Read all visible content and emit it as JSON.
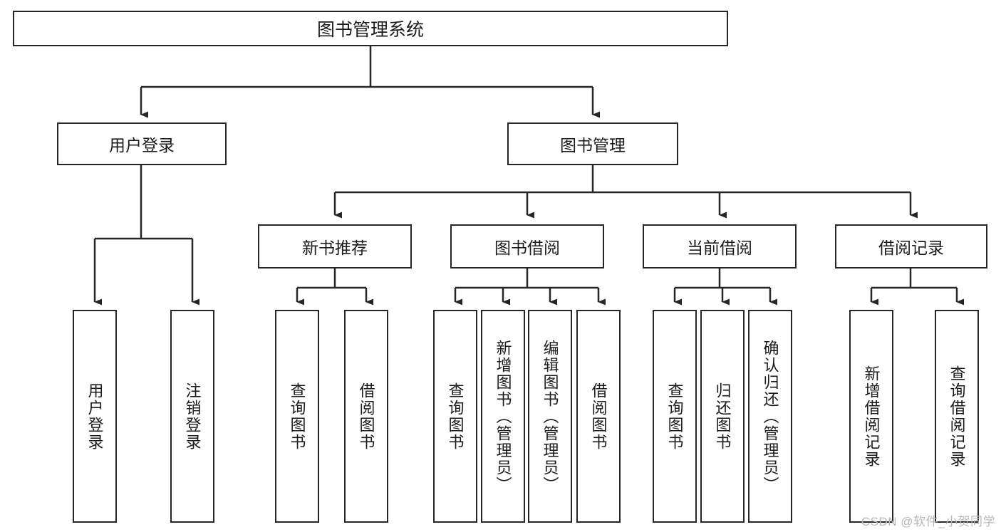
{
  "diagram": {
    "title": "图书管理系统",
    "type": "tree-hierarchy-chart",
    "watermark": "CSDN @软件_小贺同学",
    "colors": {
      "stroke": "#262626",
      "box_fill": "#ffffff",
      "text": "#1b1b1b",
      "watermark": "#b9b9b9",
      "background": "#ffffff"
    },
    "root": {
      "label": "图书管理系统"
    },
    "level2": [
      {
        "label": "用户登录"
      },
      {
        "label": "图书管理"
      }
    ],
    "level3": [
      {
        "label": "新书推荐"
      },
      {
        "label": "图书借阅"
      },
      {
        "label": "当前借阅"
      },
      {
        "label": "借阅记录"
      }
    ],
    "leaves": {
      "user_login": [
        {
          "label": "用户登录"
        },
        {
          "label": "注销登录"
        }
      ],
      "new_book_recommend": [
        {
          "label": "查询图书"
        },
        {
          "label": "借阅图书"
        }
      ],
      "book_borrow": [
        {
          "label": "查询图书"
        },
        {
          "label": "新增图书（管理员）"
        },
        {
          "label": "编辑图书（管理员）"
        },
        {
          "label": "借阅图书"
        }
      ],
      "current_borrow": [
        {
          "label": "查询图书"
        },
        {
          "label": "归还图书"
        },
        {
          "label": "确认归还（管理员）"
        }
      ],
      "borrow_record": [
        {
          "label": "新增借阅记录"
        },
        {
          "label": "查询借阅记录"
        }
      ]
    }
  },
  "chart_data": {
    "type": "table",
    "title": "图书管理系统 功能结构图",
    "nodes": [
      {
        "id": "root",
        "label": "图书管理系统",
        "level": 0,
        "parent": null
      },
      {
        "id": "user-login",
        "label": "用户登录",
        "level": 1,
        "parent": "root"
      },
      {
        "id": "book-manage",
        "label": "图书管理",
        "level": 1,
        "parent": "root"
      },
      {
        "id": "user-login-leaf",
        "label": "用户登录",
        "level": 2,
        "parent": "user-login"
      },
      {
        "id": "logout-leaf",
        "label": "注销登录",
        "level": 2,
        "parent": "user-login"
      },
      {
        "id": "new-book",
        "label": "新书推荐",
        "level": 2,
        "parent": "book-manage"
      },
      {
        "id": "book-borrow",
        "label": "图书借阅",
        "level": 2,
        "parent": "book-manage"
      },
      {
        "id": "current-borrow",
        "label": "当前借阅",
        "level": 2,
        "parent": "book-manage"
      },
      {
        "id": "borrow-record",
        "label": "借阅记录",
        "level": 2,
        "parent": "book-manage"
      },
      {
        "id": "nb-query",
        "label": "查询图书",
        "level": 3,
        "parent": "new-book"
      },
      {
        "id": "nb-borrow",
        "label": "借阅图书",
        "level": 3,
        "parent": "new-book"
      },
      {
        "id": "bb-query",
        "label": "查询图书",
        "level": 3,
        "parent": "book-borrow"
      },
      {
        "id": "bb-add",
        "label": "新增图书（管理员）",
        "level": 3,
        "parent": "book-borrow"
      },
      {
        "id": "bb-edit",
        "label": "编辑图书（管理员）",
        "level": 3,
        "parent": "book-borrow"
      },
      {
        "id": "bb-borrow",
        "label": "借阅图书",
        "level": 3,
        "parent": "book-borrow"
      },
      {
        "id": "cb-query",
        "label": "查询图书",
        "level": 3,
        "parent": "current-borrow"
      },
      {
        "id": "cb-return",
        "label": "归还图书",
        "level": 3,
        "parent": "current-borrow"
      },
      {
        "id": "cb-confirm",
        "label": "确认归还（管理员）",
        "level": 3,
        "parent": "current-borrow"
      },
      {
        "id": "br-add",
        "label": "新增借阅记录",
        "level": 3,
        "parent": "borrow-record"
      },
      {
        "id": "br-query",
        "label": "查询借阅记录",
        "level": 3,
        "parent": "borrow-record"
      }
    ]
  }
}
